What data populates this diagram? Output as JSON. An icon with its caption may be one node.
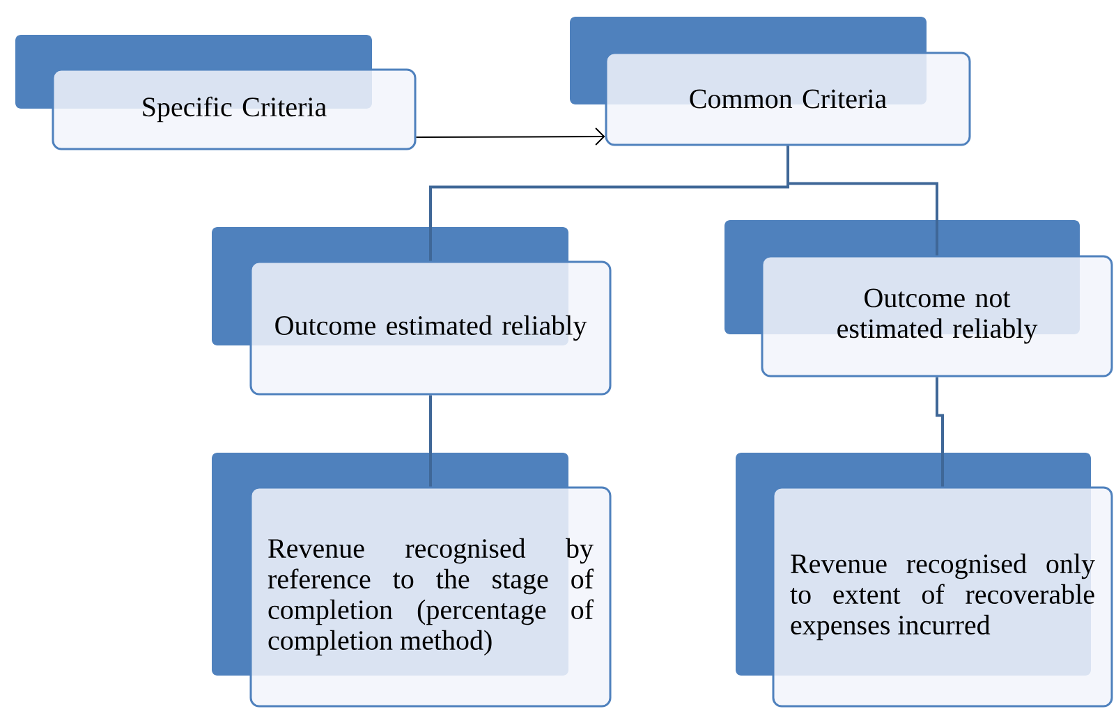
{
  "diagram": {
    "nodes": [
      {
        "text": [
          "Specific Criteria"
        ]
      },
      {
        "text": [
          "Common Criteria"
        ]
      },
      {
        "text": [
          "Outcome estimated reliably"
        ]
      },
      {
        "text": [
          "Outcome not estimated reliably"
        ]
      },
      {
        "text": [
          "Revenue recognised by reference to the stage of completion (percentage of completion method)"
        ]
      },
      {
        "text": [
          "Revenue recognised only to extent of recoverable expenses incurred"
        ]
      }
    ],
    "edges": [
      {
        "from": 0,
        "to": 1,
        "arrow": "to",
        "color": "#000000"
      },
      {
        "from": 1,
        "to": 2,
        "arrow": "none"
      },
      {
        "from": 1,
        "to": 3,
        "arrow": "none"
      },
      {
        "from": 2,
        "to": 4,
        "arrow": "none"
      },
      {
        "from": 3,
        "to": 5,
        "arrow": "none"
      }
    ]
  }
}
